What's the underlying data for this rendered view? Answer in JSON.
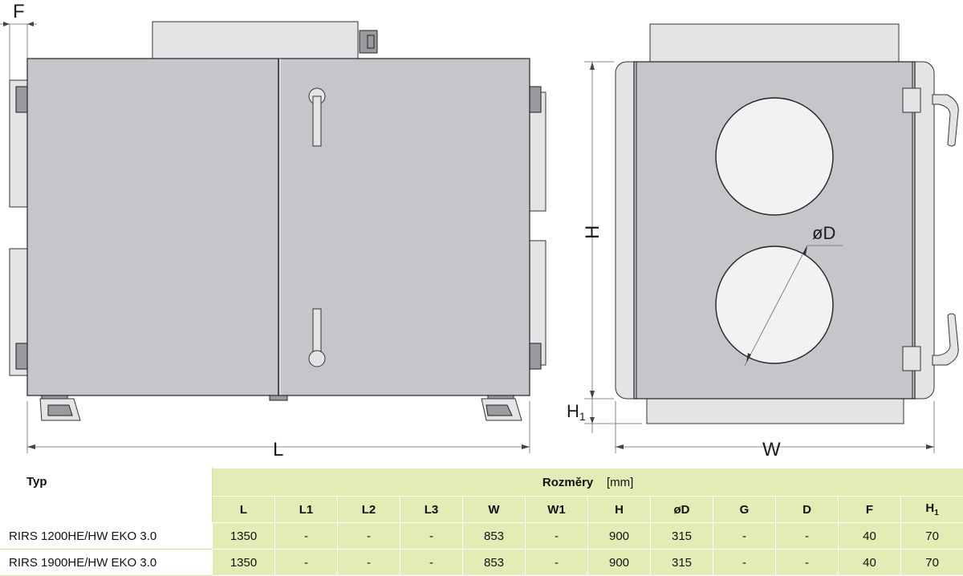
{
  "drawing": {
    "labels": {
      "F": "F",
      "L": "L",
      "H": "H",
      "W": "W",
      "D": "øD",
      "H1": "H",
      "H1_sub": "1"
    }
  },
  "table": {
    "typ_header": "Typ",
    "group_header": "Rozměry",
    "unit": "[mm]",
    "columns": [
      "L",
      "L1",
      "L2",
      "L3",
      "W",
      "W1",
      "H",
      "øD",
      "G",
      "D",
      "F",
      "H"
    ],
    "last_col_sub": "1",
    "rows": [
      {
        "name": "RIRS 1200HE/HW EKO 3.0",
        "values": [
          "1350",
          "-",
          "-",
          "-",
          "853",
          "-",
          "900",
          "315",
          "-",
          "-",
          "40",
          "70"
        ]
      },
      {
        "name": "RIRS 1900HE/HW EKO 3.0",
        "values": [
          "1350",
          "-",
          "-",
          "-",
          "853",
          "-",
          "900",
          "315",
          "-",
          "-",
          "40",
          "70"
        ]
      }
    ]
  }
}
